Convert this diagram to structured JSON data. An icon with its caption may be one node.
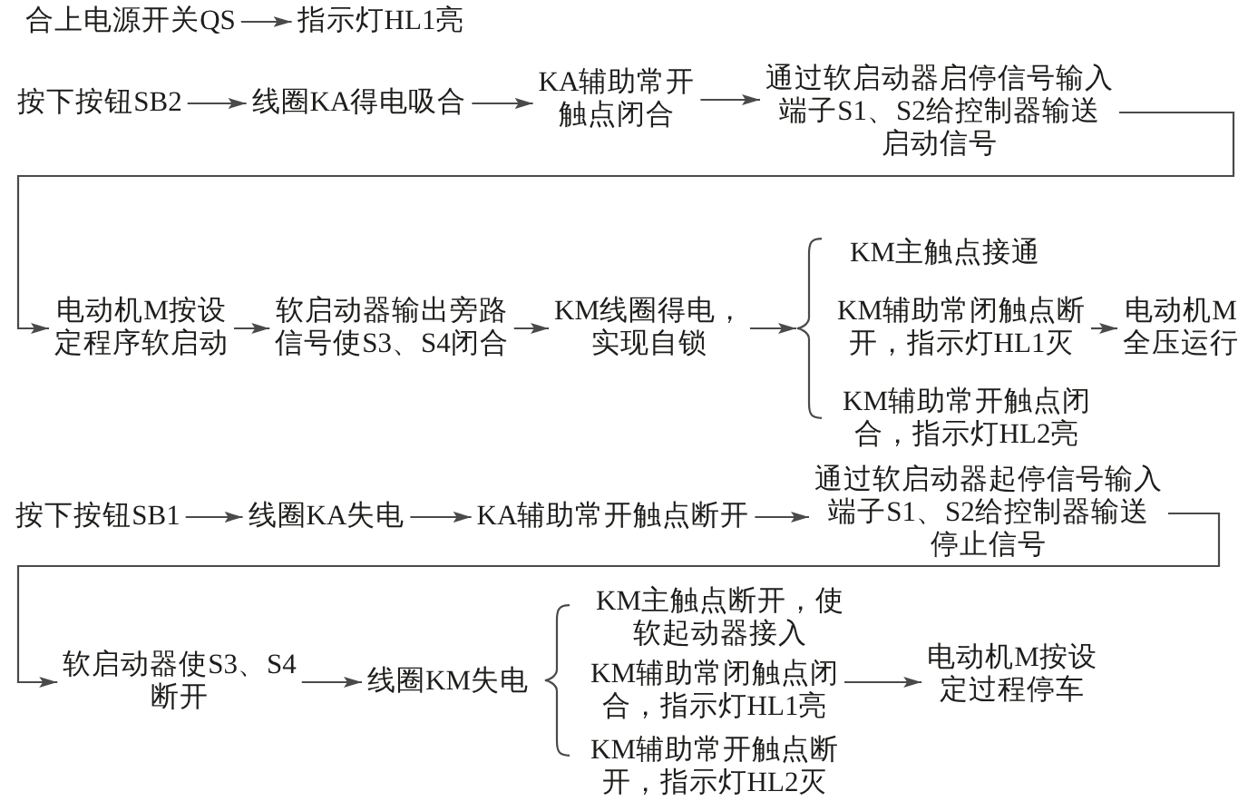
{
  "diagram": {
    "nodes": [
      {
        "text": [
          "合上电源开关QS"
        ]
      },
      {
        "text": [
          "指示灯HL1亮"
        ]
      },
      {
        "text": [
          "按下按钮SB2"
        ]
      },
      {
        "text": [
          "线圈KA得电吸合"
        ]
      },
      {
        "text": [
          "KA辅助常开触点闭合"
        ]
      },
      {
        "text": [
          "通过软启动器启停信号输入端子S1、S2给控制器输送启动信号"
        ]
      },
      {
        "text": [
          "电动机M按设定程序软启动"
        ]
      },
      {
        "text": [
          "软启动器输出旁路信号使S3、S4闭合"
        ]
      },
      {
        "text": [
          "KM线圈得电，实现自锁"
        ]
      },
      {
        "text": [],
        "shape": "brace"
      },
      {
        "text": [
          "KM主触点接通"
        ]
      },
      {
        "text": [
          "KM辅助常闭触点断开，指示灯HL1灭"
        ]
      },
      {
        "text": [
          "KM辅助常开触点闭合，指示灯HL2亮"
        ]
      },
      {
        "text": [
          "电动机M全压运行"
        ]
      },
      {
        "text": [
          "按下按钮SB1"
        ]
      },
      {
        "text": [
          "线圈KA失电"
        ]
      },
      {
        "text": [
          "KA辅助常开触点断开"
        ]
      },
      {
        "text": [
          "通过软启动器起停信号输入端子S1、S2给控制器输送停止信号"
        ]
      },
      {
        "text": [
          "软启动器使S3、S4断开"
        ]
      },
      {
        "text": [
          "线圈KM失电"
        ]
      },
      {
        "text": [],
        "shape": "brace"
      },
      {
        "text": [
          "KM主触点断开，使软起动器接入"
        ]
      },
      {
        "text": [
          "KM辅助常闭触点闭合，指示灯HL1亮"
        ]
      },
      {
        "text": [
          "KM辅助常开触点断开，指示灯HL2灭"
        ]
      },
      {
        "text": [
          "电动机M按设定过程停车"
        ]
      }
    ],
    "edges": [
      {
        "from": 0,
        "to": 1,
        "arrow": "to"
      },
      {
        "from": 2,
        "to": 3,
        "arrow": "to"
      },
      {
        "from": 3,
        "to": 4,
        "arrow": "to"
      },
      {
        "from": 4,
        "to": 5,
        "arrow": "to"
      },
      {
        "from": 5,
        "to": 6,
        "arrow": "to"
      },
      {
        "from": 6,
        "to": 7,
        "arrow": "to"
      },
      {
        "from": 7,
        "to": 8,
        "arrow": "to"
      },
      {
        "from": 8,
        "to": 9,
        "arrow": "to"
      },
      {
        "from": 11,
        "to": 13,
        "arrow": "to"
      },
      {
        "from": 14,
        "to": 15,
        "arrow": "to"
      },
      {
        "from": 15,
        "to": 16,
        "arrow": "to"
      },
      {
        "from": 16,
        "to": 17,
        "arrow": "to"
      },
      {
        "from": 17,
        "to": 18,
        "arrow": "to"
      },
      {
        "from": 18,
        "to": 19,
        "arrow": "to"
      },
      {
        "from": 22,
        "to": 24,
        "arrow": "to"
      }
    ]
  }
}
